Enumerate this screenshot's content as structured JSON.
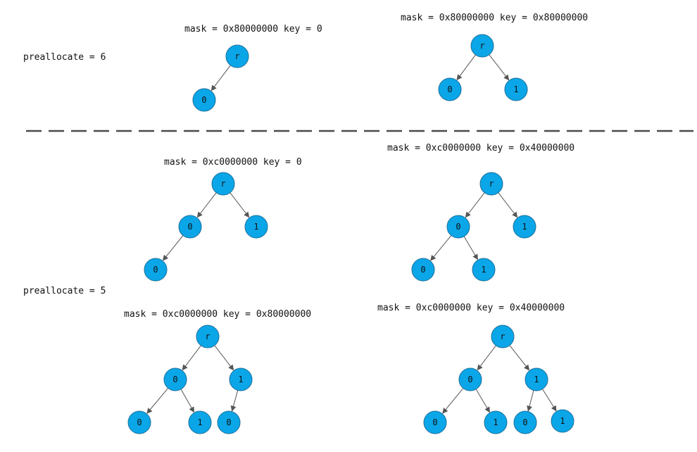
{
  "colors": {
    "node_fill": "#0aa6e8",
    "node_stroke": "#1f6f9a",
    "edge": "#555555",
    "divider": "#4a4a4a",
    "text": "#111111"
  },
  "sections": [
    {
      "label": "preallocate = 6"
    },
    {
      "label": "preallocate = 5"
    }
  ],
  "trees": [
    {
      "caption": "mask = 0x80000000 key = 0",
      "nodes": [
        "r",
        "0"
      ],
      "edges": [
        [
          0,
          1
        ]
      ]
    },
    {
      "caption": "mask = 0x80000000 key = 0x80000000",
      "nodes": [
        "r",
        "0",
        "1"
      ],
      "edges": [
        [
          0,
          1
        ],
        [
          0,
          2
        ]
      ]
    },
    {
      "caption": "mask = 0xc0000000 key = 0",
      "nodes": [
        "r",
        "0",
        "1",
        "0"
      ],
      "edges": [
        [
          0,
          1
        ],
        [
          0,
          2
        ],
        [
          1,
          3
        ]
      ]
    },
    {
      "caption": "mask = 0xc0000000 key = 0x40000000",
      "nodes": [
        "r",
        "0",
        "1",
        "0",
        "1"
      ],
      "edges": [
        [
          0,
          1
        ],
        [
          0,
          2
        ],
        [
          1,
          3
        ],
        [
          1,
          4
        ]
      ]
    },
    {
      "caption": "mask = 0xc0000000 key = 0x80000000",
      "nodes": [
        "r",
        "0",
        "1",
        "0",
        "1",
        "0"
      ],
      "edges": [
        [
          0,
          1
        ],
        [
          0,
          2
        ],
        [
          1,
          3
        ],
        [
          1,
          4
        ],
        [
          2,
          5
        ]
      ]
    },
    {
      "caption": "mask = 0xc0000000 key = 0x40000000",
      "nodes": [
        "r",
        "0",
        "1",
        "0",
        "1",
        "0",
        "1"
      ],
      "edges": [
        [
          0,
          1
        ],
        [
          0,
          2
        ],
        [
          1,
          3
        ],
        [
          1,
          4
        ],
        [
          2,
          5
        ],
        [
          2,
          6
        ]
      ]
    }
  ]
}
